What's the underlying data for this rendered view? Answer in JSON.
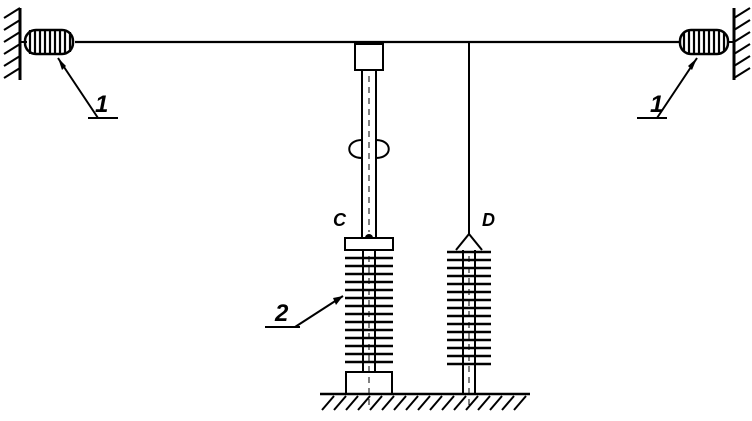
{
  "labels": {
    "callout_left": "1",
    "callout_right": "1",
    "callout_insulator": "2",
    "point_c": "C",
    "point_d": "D"
  },
  "colors": {
    "stroke": "#000000",
    "background": "#ffffff"
  }
}
